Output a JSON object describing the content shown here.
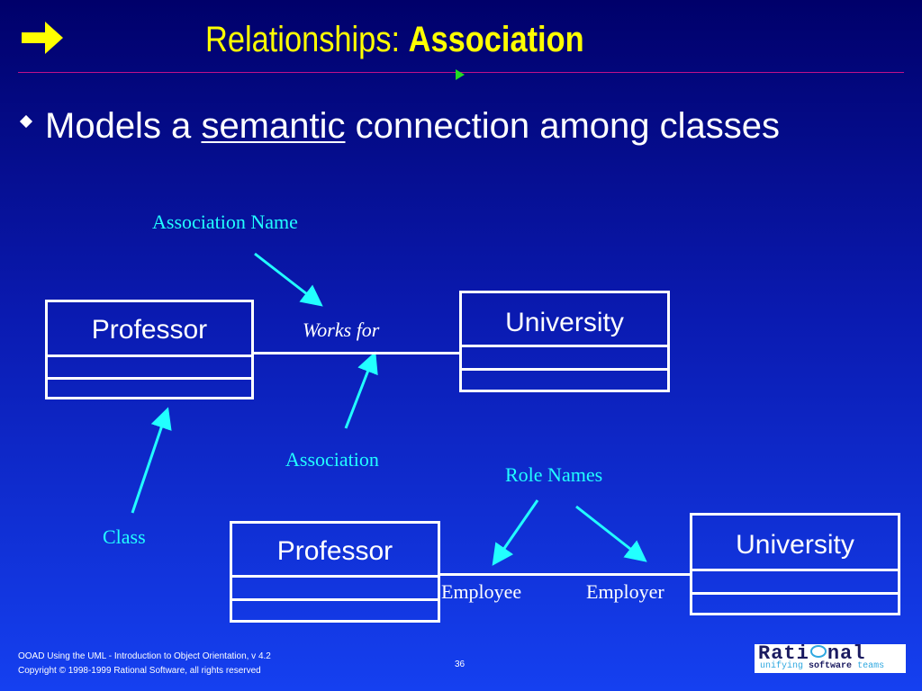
{
  "title": {
    "prefix": "Relationships:",
    "emphasis": "Association"
  },
  "bullet": {
    "before": "Models a",
    "underlined": "semantic",
    "after": "connection among classes"
  },
  "diagram_top": {
    "class_left": "Professor",
    "class_right": "University",
    "association_name": "Works for",
    "callout_association_name": "Association Name",
    "callout_association": "Association",
    "callout_class": "Class"
  },
  "diagram_bottom": {
    "class_left": "Professor",
    "class_right": "University",
    "role_left": "Employee",
    "role_right": "Employer",
    "callout_role_names": "Role Names"
  },
  "footer": {
    "line1": "OOAD Using the UML - Introduction to Object Orientation, v 4.2",
    "line2": "Copyright © 1998-1999 Rational Software, all rights reserved",
    "page_number": "36"
  },
  "logo": {
    "word_start": "Rati",
    "word_end": "nal",
    "tagline_start": "unifying",
    "tagline_bold": "software",
    "tagline_end": "teams"
  },
  "colors": {
    "title": "#ffff00",
    "callout": "#22ffff",
    "rule": "#c0108a",
    "background_top": "#00006a",
    "background_bottom": "#1540f0"
  },
  "icons": {
    "title_marker": "right-arrow-icon",
    "bullet_marker": "diamond-bullet-icon"
  }
}
